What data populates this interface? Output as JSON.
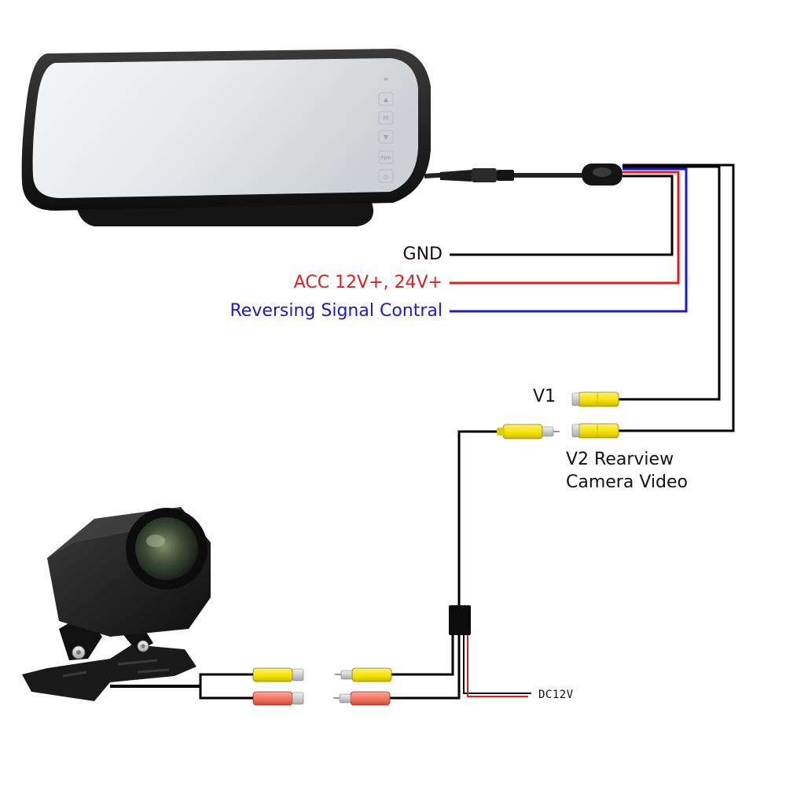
{
  "colors": {
    "gnd": "#000000",
    "acc": "#e01e1e",
    "reverse": "#1a1ac8",
    "video_plug": "#f2e600",
    "power_plug": "#f07060",
    "device_body": "#1c1c1c"
  },
  "labels": {
    "gnd": "GND",
    "acc": "ACC 12V+, 24V+",
    "reverse": "Reversing Signal Contral",
    "v1": "V1",
    "v2_line1": "V2 Rearview",
    "v2_line2": "Camera Video",
    "dc12v": "DC12V"
  },
  "mirror": {
    "buttons": [
      {
        "icon": "settings-icon",
        "glyph": "≡"
      },
      {
        "icon": "up-arrow-icon",
        "glyph": "▲"
      },
      {
        "icon": "menu-m-icon",
        "glyph": "M"
      },
      {
        "icon": "down-arrow-icon",
        "glyph": "▼"
      },
      {
        "icon": "pwr-label-icon",
        "glyph": "PWR"
      },
      {
        "icon": "power-icon",
        "glyph": "⏻"
      }
    ]
  },
  "camera": {
    "icon": "rearview-camera-icon"
  }
}
